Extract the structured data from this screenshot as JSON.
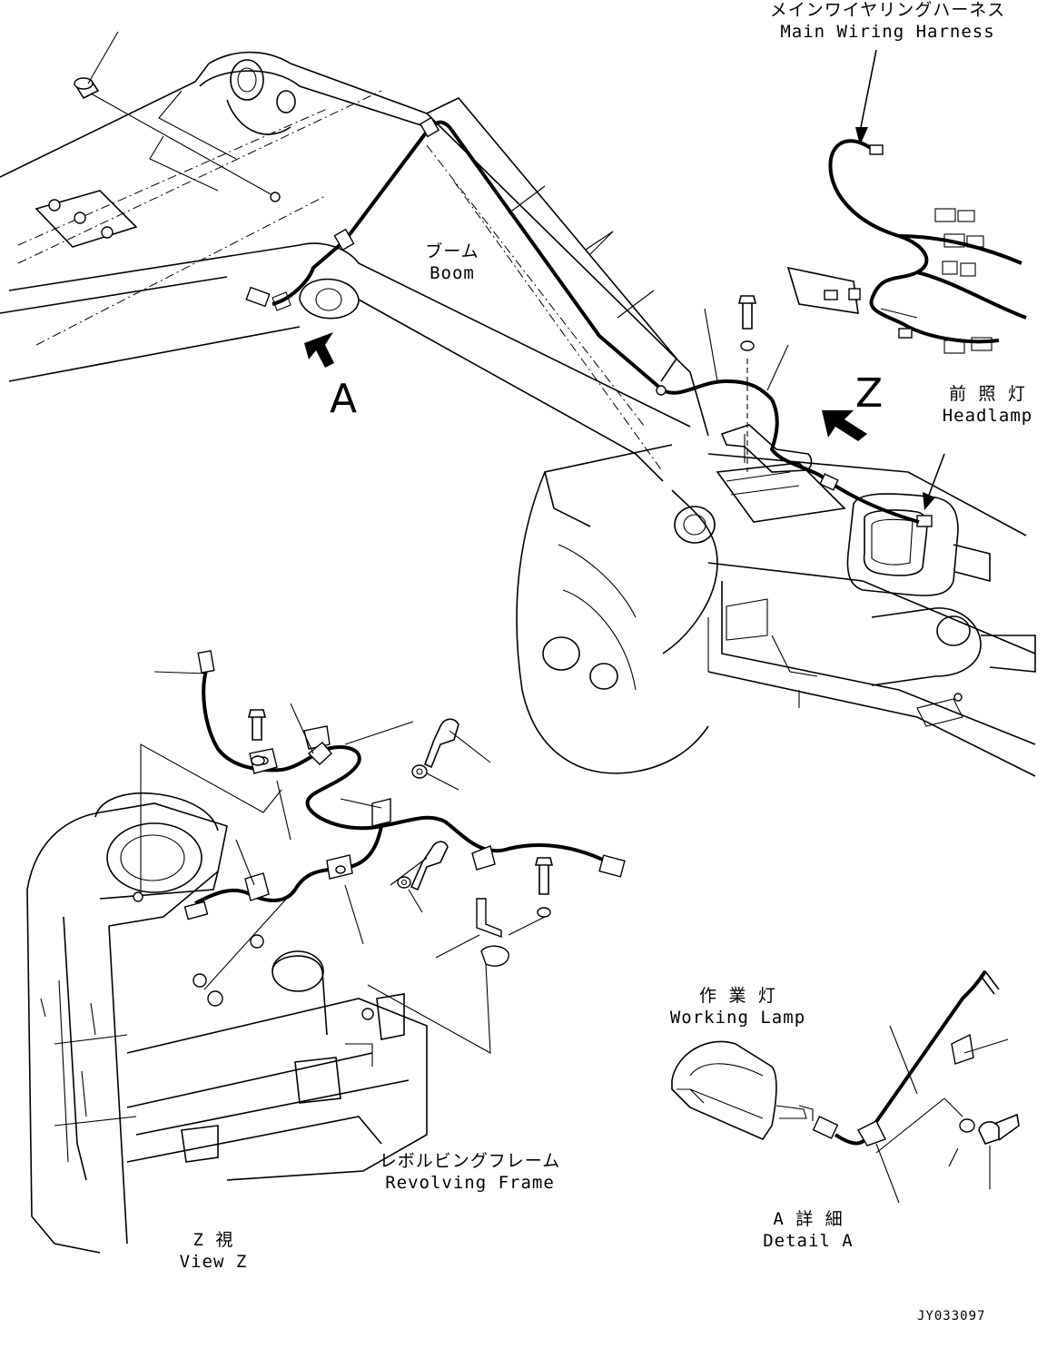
{
  "labels": {
    "main_wiring_harness_jp": "メインワイヤリングハーネス",
    "main_wiring_harness_en": "Main Wiring Harness",
    "boom_jp": "ブーム",
    "boom_en": "Boom",
    "headlamp_jp": "前 照 灯",
    "headlamp_en": "Headlamp",
    "working_lamp_jp": "作 業 灯",
    "working_lamp_en": "Working Lamp",
    "revolving_frame_jp": "レボルビングフレーム",
    "revolving_frame_en": "Revolving Frame",
    "view_z_jp": "Z  視",
    "view_z_en": "View Z",
    "detail_a_jp": "A 詳 細",
    "detail_a_en": "Detail A",
    "arrow_a": "A",
    "arrow_z": "Z",
    "drawing_code": "JY033097"
  }
}
